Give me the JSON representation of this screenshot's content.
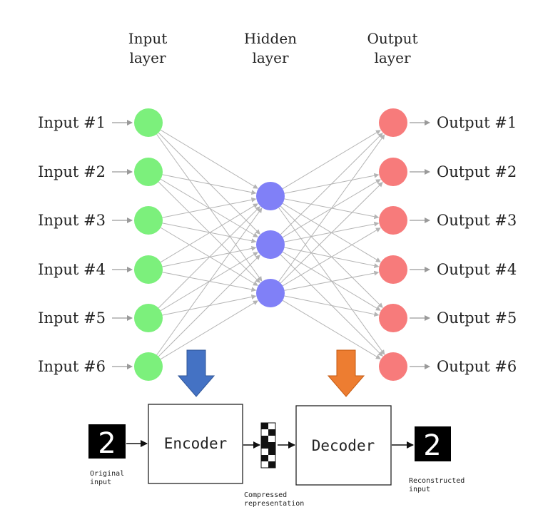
{
  "layers": {
    "input_title": [
      "Input",
      "layer"
    ],
    "hidden_title": [
      "Hidden",
      "layer"
    ],
    "output_title": [
      "Output",
      "layer"
    ]
  },
  "inputs": [
    "Input #1",
    "Input #2",
    "Input #3",
    "Input #4",
    "Input #5",
    "Input #6"
  ],
  "outputs": [
    "Output #1",
    "Output #2",
    "Output #3",
    "Output #4",
    "Output #5",
    "Output #6"
  ],
  "hidden_count": 3,
  "colors": {
    "input_node": "#7cf07c",
    "hidden_node": "#8080f7",
    "output_node": "#f77b7b",
    "encoder_arrow": "#4472c4",
    "decoder_arrow": "#ed7d31"
  },
  "pipeline": {
    "encoder_label": "Encoder",
    "decoder_label": "Decoder",
    "original_caption": [
      "Original",
      "input"
    ],
    "compressed_caption": [
      "Compressed",
      "representation"
    ],
    "reconstructed_caption": [
      "Reconstructed",
      "input"
    ],
    "digit": "2",
    "code_pattern": [
      [
        1,
        0
      ],
      [
        0,
        1
      ],
      [
        1,
        0
      ],
      [
        1,
        1
      ],
      [
        0,
        1
      ],
      [
        1,
        0
      ],
      [
        0,
        1
      ]
    ]
  }
}
